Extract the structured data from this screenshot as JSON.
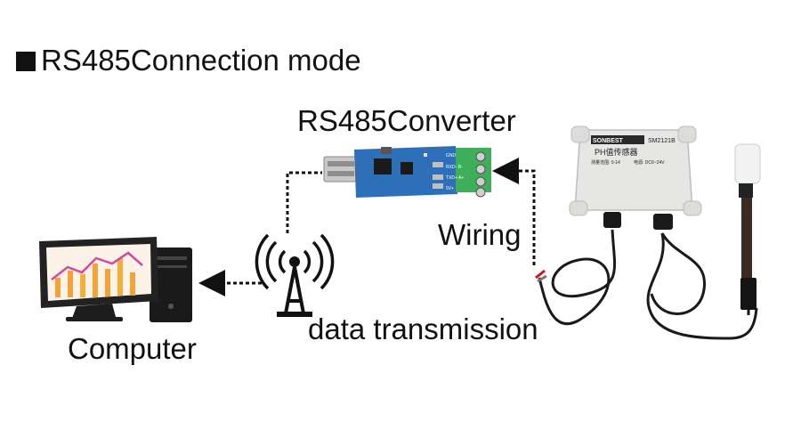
{
  "header": {
    "title": "RS485Connection mode"
  },
  "labels": {
    "converter": "RS485Converter",
    "wiring": "Wiring",
    "data_transmission": "data transmission",
    "computer": "Computer"
  },
  "converter_pins": [
    "GND",
    "RXD- B-",
    "TXD+ A+",
    "5V+"
  ],
  "sensor": {
    "brand": "SONBEST",
    "model": "SM2121B",
    "name_cn": "PH值传感器",
    "spec_range": "测量范围: 0-14",
    "spec_power": "电源: DC6~24V"
  },
  "colors": {
    "pcb": "#2d6fb8",
    "terminal": "#3fae5a",
    "enclosure": "#e6e6e4",
    "chart_bg": "#fdf2e8"
  }
}
